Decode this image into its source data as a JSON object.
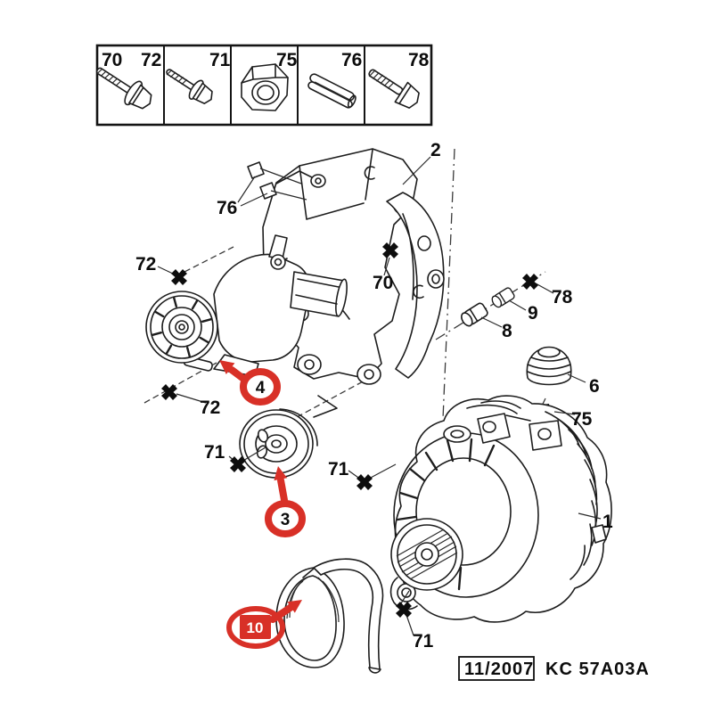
{
  "page": {
    "background": "#ffffff"
  },
  "colors": {
    "highlight_red": "#d83027",
    "ink": "#1d1d1d"
  },
  "fastener_table": {
    "cells": [
      {
        "ref_left": "70",
        "ref_right": "72",
        "item": "hex-flange-bolt-with-washer"
      },
      {
        "ref_right": "71",
        "item": "hex-flange-bolt"
      },
      {
        "ref_right": "75",
        "item": "lock-nut"
      },
      {
        "ref_right": "76",
        "item": "roll-pin"
      },
      {
        "ref_right": "78",
        "item": "hex-bolt"
      }
    ]
  },
  "callouts": {
    "part_1": "1",
    "part_2": "2",
    "part_3": "3",
    "part_4": "4",
    "part_6": "6",
    "part_8": "8",
    "part_9": "9",
    "part_10": "10",
    "fastener_70": "70",
    "fastener_71_left": "71",
    "fastener_71_mid": "71",
    "fastener_71_bottom": "71",
    "fastener_72_top": "72",
    "fastener_72_bottom": "72",
    "fastener_75": "75",
    "fastener_76": "76",
    "fastener_78": "78"
  },
  "footer": {
    "date": "11/2007",
    "code": "KC 57A03A"
  }
}
